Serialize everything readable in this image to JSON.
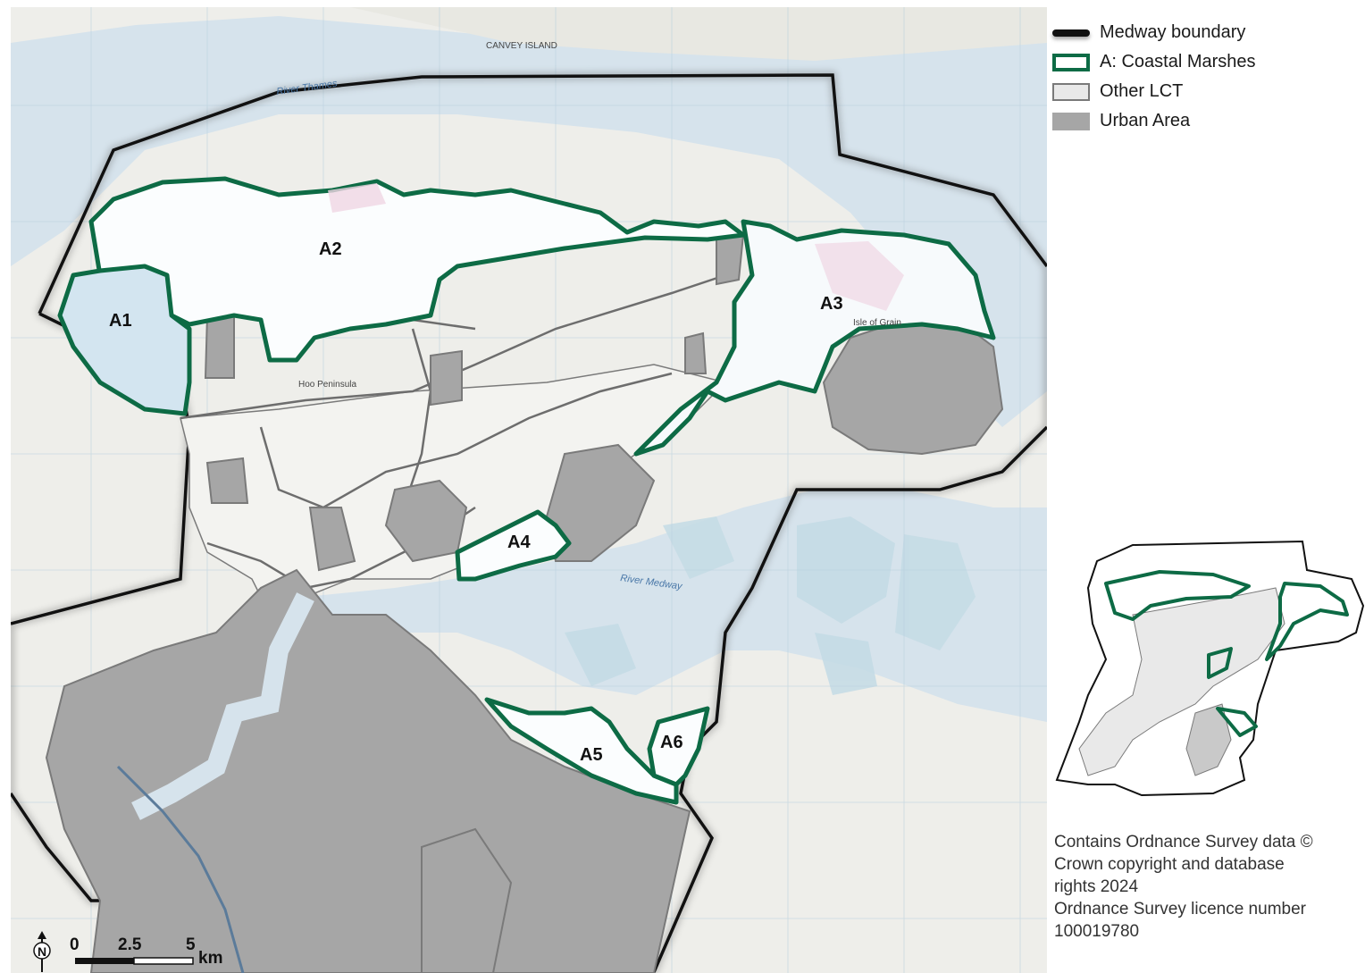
{
  "colors": {
    "boundary": "#111111",
    "coastal_marshes": "#0d6b45",
    "other_lct_fill": "#e9e9e9",
    "other_lct_stroke": "#7a7a7a",
    "urban_area": "#a6a6a6",
    "water": "#d6e3ec",
    "land": "#eeeeea"
  },
  "legend": {
    "items": [
      {
        "label": "Medway boundary",
        "swatch": "boundary"
      },
      {
        "label": "A: Coastal Marshes",
        "swatch": "coastal_marshes"
      },
      {
        "label": "Other LCT",
        "swatch": "other_lct"
      },
      {
        "label": "Urban Area",
        "swatch": "urban_area"
      }
    ]
  },
  "zones": [
    {
      "id": "A1",
      "label": "A1"
    },
    {
      "id": "A2",
      "label": "A2"
    },
    {
      "id": "A3",
      "label": "A3"
    },
    {
      "id": "A4",
      "label": "A4"
    },
    {
      "id": "A5",
      "label": "A5"
    },
    {
      "id": "A6",
      "label": "A6"
    }
  ],
  "place_labels": {
    "canvey": "CANVEY ISLAND",
    "hoo": "Hoo Peninsula",
    "grain": "Isle of Grain",
    "river_medway": "River Medway",
    "river_thames": "River Thames"
  },
  "scale_bar": {
    "ticks": [
      "0",
      "2.5",
      "5"
    ],
    "unit": "km",
    "north_symbol": "N"
  },
  "attribution": {
    "lines": [
      "Contains Ordnance Survey data ©",
      "Crown copyright and database",
      "rights 2024",
      "Ordnance Survey licence number",
      "100019780"
    ]
  }
}
